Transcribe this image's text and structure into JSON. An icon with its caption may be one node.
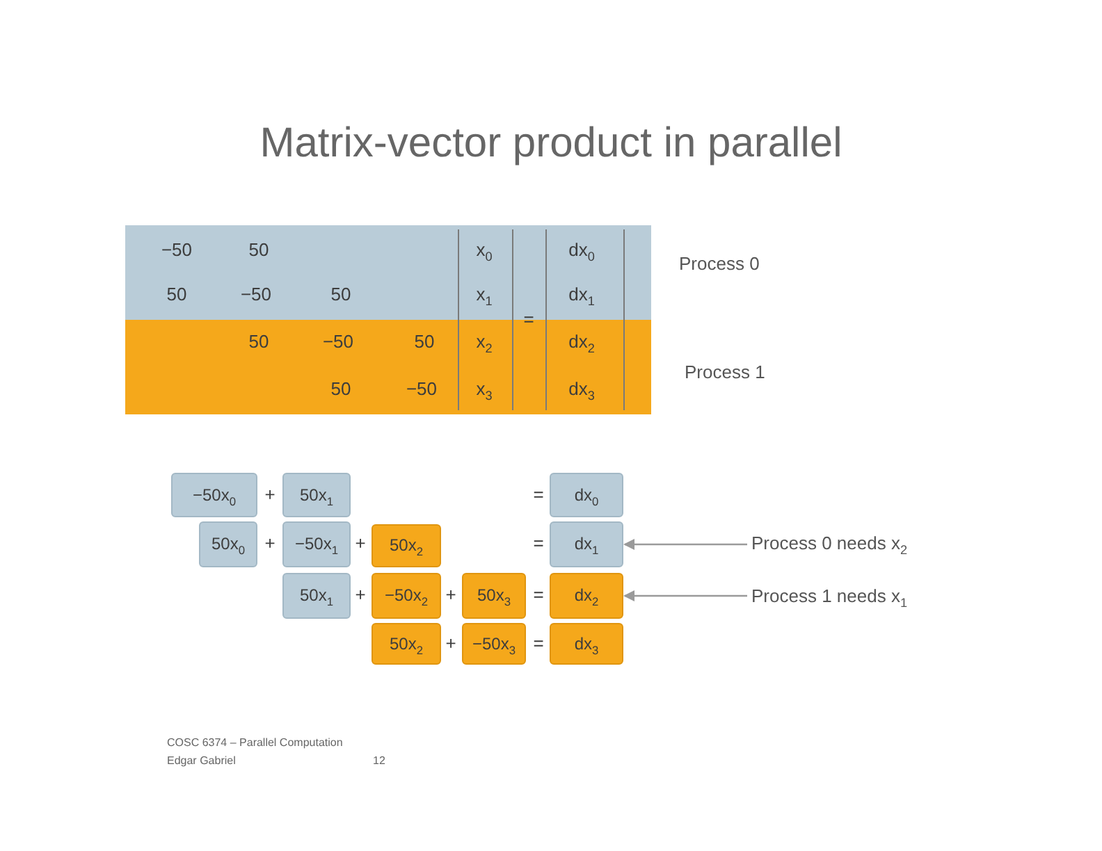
{
  "diagram": {
    "title": "Matrix-vector product in parallel",
    "nodes": [
      {
        "text": [
          "−50",
          "50",
          "x$_{0}$",
          "dx$_{0}$",
          "50",
          "−50",
          "50",
          "x$_{1}$",
          "dx$_{1}$"
        ],
        "beside": [
          "Process 0"
        ]
      },
      {
        "text": [
          "50",
          "−50",
          "50",
          "x$_{2}$",
          "dx$_{2}$",
          "50",
          "−50",
          "x$_{3}$",
          "dx$_{3}$"
        ],
        "beside": [
          "Process 1"
        ]
      },
      {
        "text": [
          "−50x$_{0}$"
        ]
      },
      {
        "text": [
          "50x$_{1}$"
        ]
      },
      {
        "text": [
          "dx$_{0}$"
        ]
      },
      {
        "text": [
          "50x$_{0}$"
        ]
      },
      {
        "text": [
          "−50x$_{1}$"
        ]
      },
      {
        "text": [
          "50x$_{2}$"
        ]
      },
      {
        "text": [
          "dx$_{1}$"
        ]
      },
      {
        "text": [
          "50x$_{1}$"
        ]
      },
      {
        "text": [
          "−50x$_{2}$"
        ]
      },
      {
        "text": [
          "50x$_{3}$"
        ]
      },
      {
        "text": [
          "dx$_{2}$"
        ]
      },
      {
        "text": [
          "50x$_{2}$"
        ]
      },
      {
        "text": [
          "−50x$_{3}$"
        ]
      },
      {
        "text": [
          "dx$_{3}$"
        ]
      },
      {
        "text": [
          "Process 0 needs x$_{2}$"
        ]
      },
      {
        "text": [
          "Process 1 needs x$_{1}$"
        ]
      }
    ],
    "edges": [
      {
        "from": 16,
        "to": 8,
        "arrow": "to"
      },
      {
        "from": 17,
        "to": 12,
        "arrow": "to"
      }
    ],
    "labels": [
      "=",
      "+",
      "=",
      "+",
      "+",
      "=",
      "+",
      "+",
      "=",
      "+",
      "=",
      "COSC 6374 – Parallel Computation",
      "Edgar Gabriel",
      "12"
    ]
  }
}
